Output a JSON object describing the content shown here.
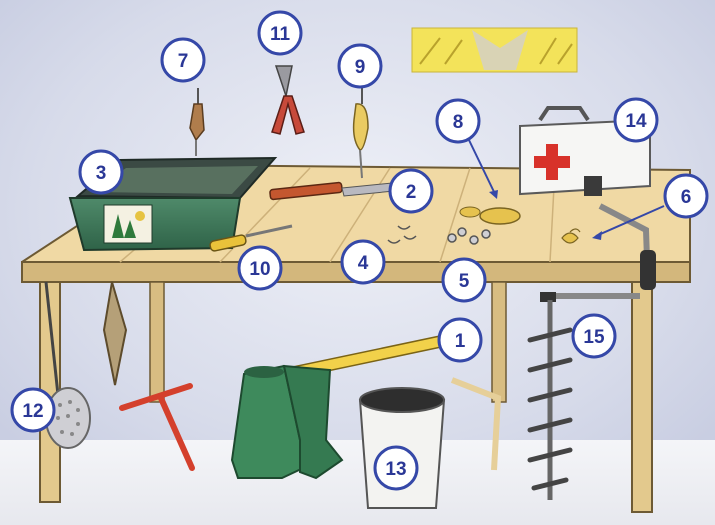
{
  "colors": {
    "badge_fill": "#ffffff",
    "badge_stroke": "#3548a8",
    "badge_text": "#2a3796",
    "table_top": "#f0d9a4",
    "table_edge": "#d3b77c",
    "boots": "#3e8a5c",
    "first_aid_cross": "#d8322a"
  },
  "callouts": [
    {
      "number": "1",
      "icon": "ice-chisel"
    },
    {
      "number": "2",
      "icon": "fillet-knife"
    },
    {
      "number": "3",
      "icon": "tackle-box"
    },
    {
      "number": "4",
      "icon": "hooks"
    },
    {
      "number": "5",
      "icon": "swivels"
    },
    {
      "number": "6",
      "icon": "small-lures"
    },
    {
      "number": "7",
      "icon": "hanging-lure"
    },
    {
      "number": "8",
      "icon": "jigging-spoon"
    },
    {
      "number": "9",
      "icon": "spoon-lure"
    },
    {
      "number": "10",
      "icon": "screwdriver"
    },
    {
      "number": "11",
      "icon": "pliers"
    },
    {
      "number": "12",
      "icon": "ice-skimmer"
    },
    {
      "number": "13",
      "icon": "bucket"
    },
    {
      "number": "14",
      "icon": "first-aid-kit"
    },
    {
      "number": "15",
      "icon": "ice-auger"
    }
  ]
}
